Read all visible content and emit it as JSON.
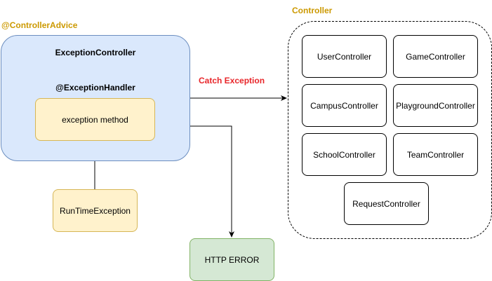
{
  "advice": {
    "label": "@ControllerAdvice",
    "title": "ExceptionController",
    "handler_label": "@ExceptionHandler",
    "method": "exception method"
  },
  "runtime_exception": "RunTimeException",
  "http_error": "HTTP ERROR",
  "edge_label": "Catch Exception",
  "controller_group": {
    "label": "Controller",
    "items": [
      "UserController",
      "GameController",
      "CampusController",
      "PlaygroundController",
      "SchoolController",
      "TeamController",
      "RequestController"
    ]
  },
  "colors": {
    "gold_label": "#cc9900",
    "red_label": "#e8262a",
    "blue_fill": "#dae8fc",
    "blue_stroke": "#6c8ebf",
    "yellow_fill": "#fff2cc",
    "yellow_stroke": "#d6b656",
    "green_fill": "#d5e8d4",
    "green_stroke": "#82b366"
  }
}
